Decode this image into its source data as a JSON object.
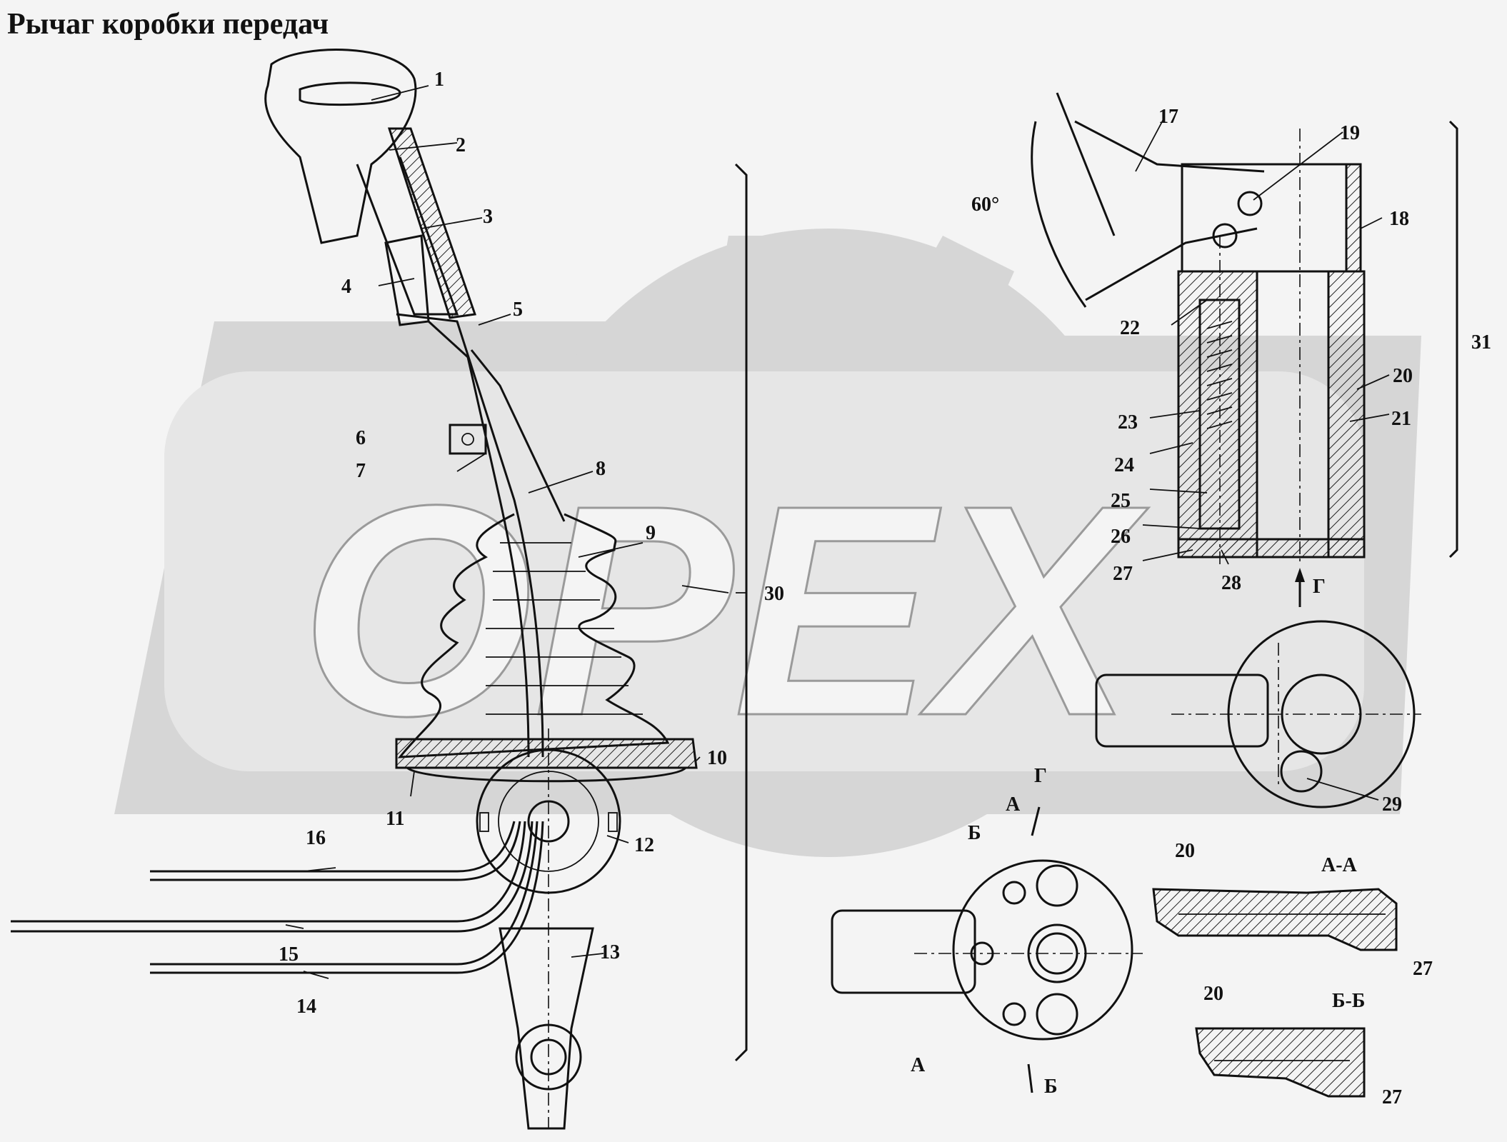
{
  "title": "Рычаг коробки передач",
  "watermark": "OPEX",
  "labels": {
    "l1": "1",
    "l2": "2",
    "l3": "3",
    "l4": "4",
    "l5": "5",
    "l6": "6",
    "l7": "7",
    "l8": "8",
    "l9": "9",
    "l10": "10",
    "l11": "11",
    "l12": "12",
    "l13": "13",
    "l14": "14",
    "l15": "15",
    "l16": "16",
    "l17": "17",
    "l18": "18",
    "l19": "19",
    "l20a": "20",
    "l20b": "20",
    "l20c": "20",
    "l21": "21",
    "l22": "22",
    "l23": "23",
    "l24": "24",
    "l25": "25",
    "l26": "26",
    "l27a": "27",
    "l27b": "27",
    "l27c": "27",
    "l28": "28",
    "l29": "29",
    "l30": "30",
    "l31": "31",
    "angle": "60°",
    "viewG1": "Г",
    "viewG2": "Г",
    "secA1": "А",
    "secA2": "А",
    "secB1": "Б",
    "secB2": "Б",
    "secAA": "А-А",
    "secBB": "Б-Б"
  }
}
